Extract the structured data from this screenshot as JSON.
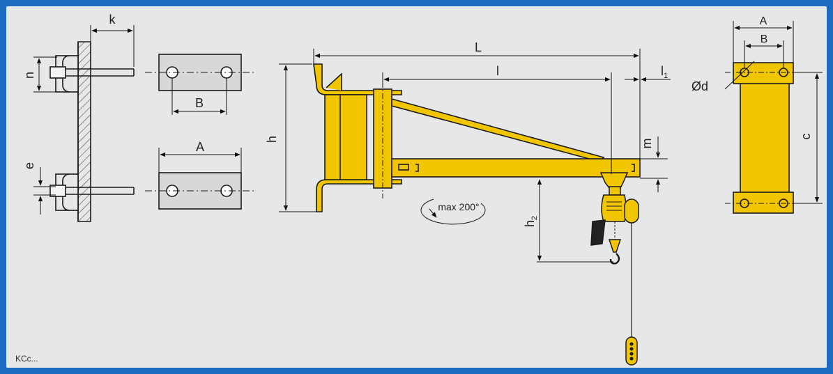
{
  "labels": {
    "k": "k",
    "n": "n",
    "e": "e",
    "B_left": "B",
    "A_left": "A",
    "L": "L",
    "l": "l",
    "l1_base": "l",
    "l1_sub": "1",
    "h": "h",
    "h2_base": "h",
    "h2_sub": "2",
    "m": "m",
    "rotation": "max 200°",
    "A_right": "A",
    "B_right": "B",
    "d": "Ød",
    "c": "c"
  },
  "model_code": "KCc...",
  "colors": {
    "frame": "#1b6cc0",
    "panel": "#e6e7e9",
    "yellow": "#f1c500",
    "plate": "#d8d8d8",
    "line": "#1a1a1a"
  },
  "icons": [
    "wall-bracket-side-view",
    "mounting-plate-top",
    "mounting-plate-bottom",
    "jib-crane-side-view",
    "chain-hoist",
    "pendant-control",
    "base-plate-front-view"
  ]
}
